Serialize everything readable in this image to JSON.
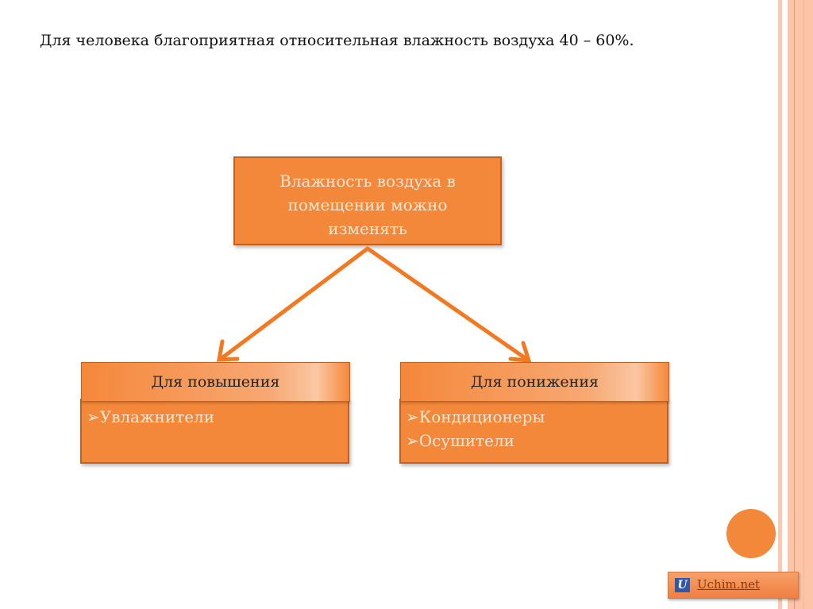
{
  "slide": {
    "title": "Для человека благоприятная относительная влажность воздуха 40 – 60%.",
    "top_box": [
      "Влажность воздуха в",
      "помещении можно",
      "изменять"
    ],
    "left": {
      "header": "Для повышения",
      "items": [
        "➢Увлажнители"
      ]
    },
    "right": {
      "header": "Для понижения",
      "items": [
        "➢Кондиционеры",
        "➢Осушители"
      ]
    },
    "footer": {
      "logo": "U",
      "link": "Uchim.net"
    }
  },
  "colors": {
    "accent": "#f4883a",
    "border": "#c65f1e",
    "stripe": "#fbc3a8"
  }
}
